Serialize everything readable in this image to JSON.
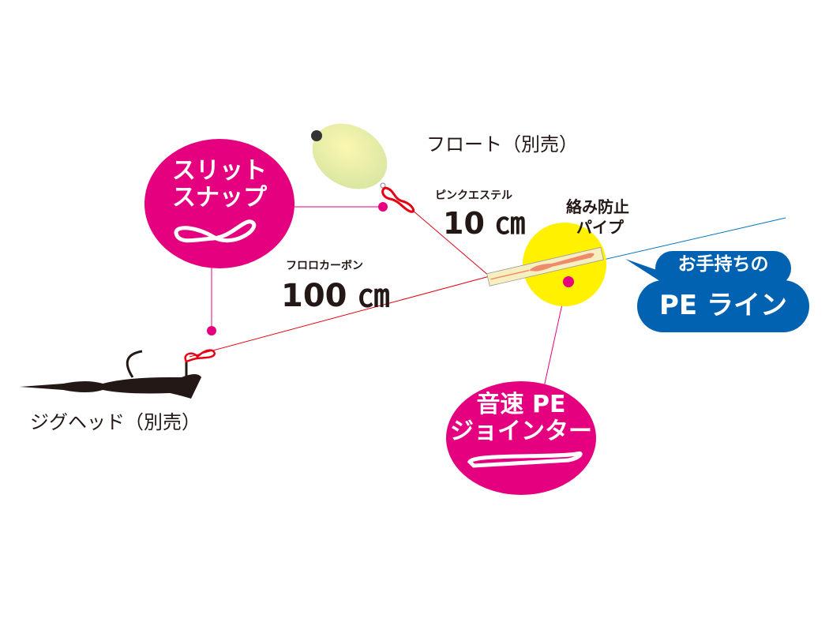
{
  "labels": {
    "float": "フロート（別売）",
    "jighead": "ジグヘッド（別売）",
    "pink_ester_name": "ピンクエステル",
    "pink_ester_len": "10 ㎝",
    "fluoro_name": "フロロカーボン",
    "fluoro_len": "100 ㎝",
    "anti_tangle_1": "絡み防止",
    "anti_tangle_2": "パイプ"
  },
  "bubbles": {
    "slit_snap_1": "スリット",
    "slit_snap_2": "スナップ",
    "jointer_1": "音速 PE",
    "jointer_2": "ジョインター",
    "pe_line_top": "お手持ちの",
    "pe_line_main": "PE ライン"
  },
  "colors": {
    "magenta": "#e4007f",
    "blue": "#0062b1",
    "yellow": "#fff100",
    "red_line": "#e60012",
    "blue_line": "#0075c2"
  }
}
